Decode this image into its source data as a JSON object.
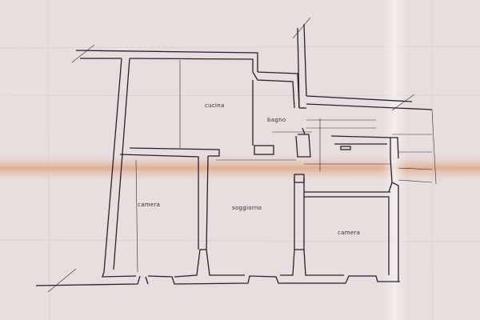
{
  "plan": {
    "paper_color": "#e9dede",
    "line_color": "#23232e",
    "fold_color": "#d88a5a",
    "rooms": [
      {
        "key": "cucina",
        "label": "cucina"
      },
      {
        "key": "bagno",
        "label": "bagno"
      },
      {
        "key": "camera_left",
        "label": "camera"
      },
      {
        "key": "soggiorno",
        "label": "soggiorno"
      },
      {
        "key": "camera_right",
        "label": "camera"
      }
    ]
  }
}
